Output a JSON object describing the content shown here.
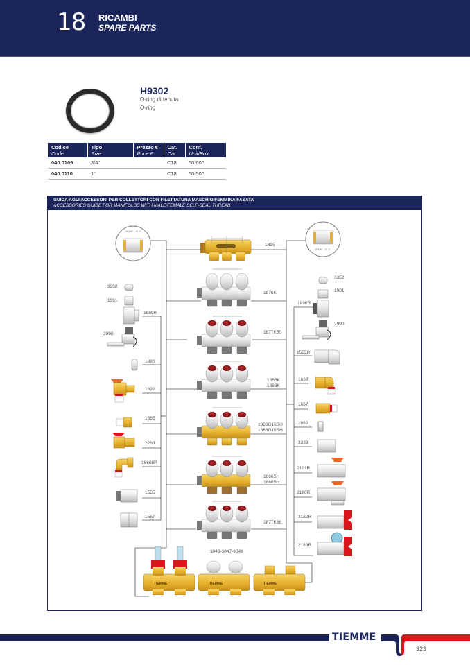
{
  "header": {
    "chapter_number": "18",
    "chapter_title": "RICAMBI",
    "chapter_subtitle": "SPARE PARTS"
  },
  "product": {
    "code": "H9302",
    "description_it": "O-ring di tenuta",
    "description_en": "O-ring",
    "image_icon": "o-ring-icon"
  },
  "table": {
    "columns": [
      {
        "it": "Codice",
        "en": "Code"
      },
      {
        "it": "Tipo",
        "en": "Size"
      },
      {
        "it": "Prezzo €",
        "en": "Price €"
      },
      {
        "it": "Cat.",
        "en": "Cat."
      },
      {
        "it": "Conf.",
        "en": "Unit/Box"
      }
    ],
    "rows": [
      {
        "code": "040 0109",
        "size": "3/4\"",
        "price": "",
        "cat": "C18",
        "box": "50/600"
      },
      {
        "code": "040 0110",
        "size": "1\"",
        "price": "",
        "cat": "C18",
        "box": "50/500"
      }
    ]
  },
  "guide": {
    "title_it": "GUIDA AGLI ACCESSORI PER COLLETTORI  CON FILETTATURA MASCHIO/FEMMINA FASATA",
    "title_en": "ACCESSORIES GUIDE FOR MANIFOLDS WITH MALE/FEMALE SELF-SEAL THREAD",
    "detail_left": "G 3/4\" - G 1\"",
    "detail_right": "G 3/4\" - G 1\"",
    "manifolds": [
      "1895",
      "1876K",
      "1877K50",
      "1866K\n1868K",
      "1866G16SH\n1868G16SH",
      "1866SH\n1868SH",
      "1877K36",
      "3046-3047-3048"
    ],
    "manifold_labels": {
      "m1": "1895",
      "m2": "1876K",
      "m3": "1877K50",
      "m4a": "1866K",
      "m4b": "1868K",
      "m5a": "1866G16SH",
      "m5b": "1868G16SH",
      "m6a": "1866SH",
      "m6b": "1868SH",
      "m7": "1877K36",
      "m8": "3046-3047-3048"
    },
    "left_accessories": {
      "a1": "3352",
      "a2": "1901",
      "a3": "1889R",
      "a4": "2990",
      "a5": "1880",
      "a6": "1692",
      "a7": "1665",
      "a8": "2263",
      "a9": "16608P",
      "a10": "1555",
      "a11": "1557"
    },
    "right_accessories": {
      "b1": "3352",
      "b2": "1901",
      "b3": "1890R",
      "b4": "2990",
      "b5": "1565R",
      "b6": "1669",
      "b7": "1667",
      "b8": "1882",
      "b9": "3339",
      "b10": "2121R",
      "b11": "2180R",
      "b12": "2182R",
      "b13": "2183R"
    },
    "brand_on_manifold": "TIEMME"
  },
  "footer": {
    "brand": "TIEMME",
    "page_number": "323"
  },
  "colors": {
    "navy": "#1b2559",
    "brass": "#e8b530",
    "red": "#d9161c",
    "orange": "#ef6a2a"
  }
}
